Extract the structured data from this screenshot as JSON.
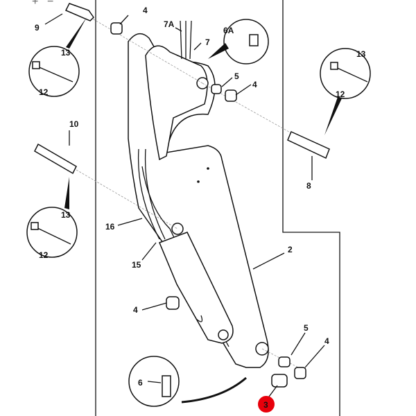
{
  "controls": {
    "zoom_in": "+",
    "zoom_out": "−"
  },
  "labels": {
    "l9": "9",
    "l4_top": "4",
    "l7A": "7A",
    "l7": "7",
    "l6A": "6A",
    "l13_a": "13",
    "l12_a": "12",
    "l5_top": "5",
    "l4_right": "4",
    "l13_b": "13",
    "l12_b": "12",
    "l10": "10",
    "l8": "8",
    "l13_c": "13",
    "l12_c": "12",
    "l16": "16",
    "l15": "15",
    "l2": "2",
    "l4_mid": "4",
    "l5_bottom": "5",
    "l4_bottom": "4",
    "l6": "6",
    "l3": "3"
  },
  "colors": {
    "highlight": "#e8000b",
    "line": "#111111"
  }
}
